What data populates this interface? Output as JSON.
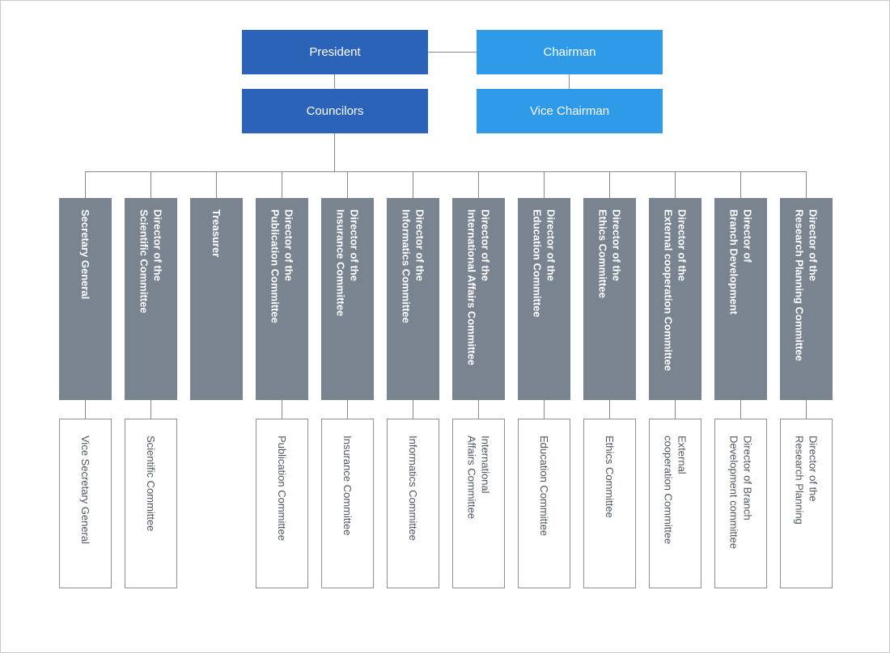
{
  "top": {
    "president": "President",
    "chairman": "Chairman",
    "councilors": "Councilors",
    "vice_chairman": "Vice Chairman"
  },
  "directors": [
    "Secretary General",
    "Director of the\nScientific Committee",
    "Treasurer",
    "Director of the\nPublication Committee",
    "Director of the\nInsurance Committee",
    "Director of the\nInformatics Committee",
    "Director of the\nInternational  Affairs Committee",
    "Director of the\nEducation Committee",
    "Director of the\nEthics Committee",
    "Director of the\nExternal cooperation Committee",
    "Director of\nBranch Development",
    "Director of the\nResearch Planning Committee"
  ],
  "committees": [
    "Vice Secretary General",
    "Scientific Committee",
    "",
    "Publication Committee",
    "Insurance Committee",
    "Informatics Committee",
    "International\nAffairs Committee",
    "Education Committee",
    "Ethics Committee",
    "External\ncooperation Committee",
    "Director of Branch\nDevelopment committee",
    "Director of the\nResearch Planning"
  ]
}
